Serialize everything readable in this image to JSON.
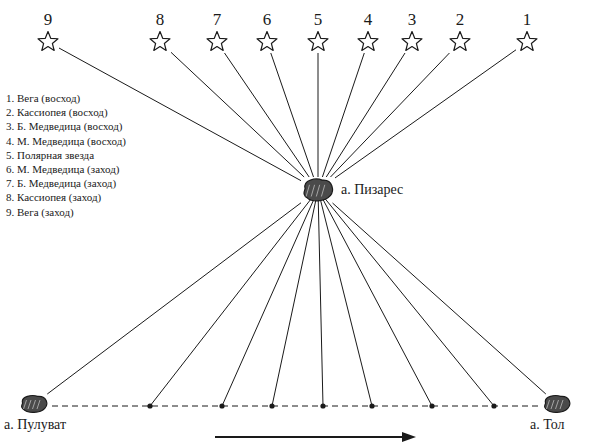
{
  "diagram": {
    "nodes": [
      {
        "text": [
          "9"
        ]
      },
      {
        "text": [
          "8"
        ]
      },
      {
        "text": [
          "7"
        ]
      },
      {
        "text": [
          "6"
        ]
      },
      {
        "text": [
          "5"
        ]
      },
      {
        "text": [
          "4"
        ]
      },
      {
        "text": [
          "3"
        ]
      },
      {
        "text": [
          "2"
        ]
      },
      {
        "text": [
          "1"
        ]
      },
      {
        "text": [
          "а. Пизарес"
        ]
      },
      {
        "text": [
          "а. Пулуват"
        ]
      },
      {
        "text": [
          "а. Тол"
        ]
      }
    ],
    "edges": [
      {
        "from": 0,
        "to": 9,
        "arrow": "none"
      },
      {
        "from": 1,
        "to": 9,
        "arrow": "none"
      },
      {
        "from": 2,
        "to": 9,
        "arrow": "none"
      },
      {
        "from": 3,
        "to": 9,
        "arrow": "none"
      },
      {
        "from": 4,
        "to": 9,
        "arrow": "none"
      },
      {
        "from": 5,
        "to": 9,
        "arrow": "none"
      },
      {
        "from": 6,
        "to": 9,
        "arrow": "none"
      },
      {
        "from": 7,
        "to": 9,
        "arrow": "none"
      },
      {
        "from": 8,
        "to": 9,
        "arrow": "none"
      },
      {
        "from": 9,
        "to": 10,
        "arrow": "none"
      },
      {
        "from": 9,
        "to": 11,
        "arrow": "none"
      }
    ],
    "labels": [
      "1. Вега (восход)",
      "2. Кассиопея (восход)",
      "3. Б. Медведица (восход)",
      "4. М. Медведица (восход)",
      "5. Полярная звезда",
      "6. М. Медведица (заход)",
      "7. Б. Медведица (заход)",
      "8. Кассиопея (заход)",
      "9. Вега (заход)"
    ]
  }
}
